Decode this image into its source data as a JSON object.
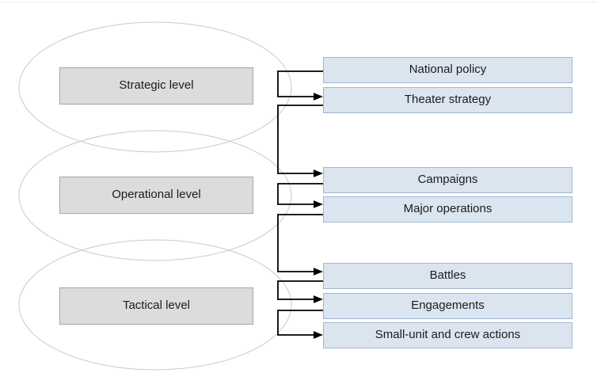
{
  "diagram": {
    "levels": [
      {
        "label": "Strategic level"
      },
      {
        "label": "Operational level"
      },
      {
        "label": "Tactical level"
      }
    ],
    "activities": [
      {
        "label": "National policy"
      },
      {
        "label": "Theater strategy"
      },
      {
        "label": "Campaigns"
      },
      {
        "label": "Major operations"
      },
      {
        "label": "Battles"
      },
      {
        "label": "Engagements"
      },
      {
        "label": "Small-unit and crew actions"
      }
    ],
    "colors": {
      "level_box_fill": "#dcdcdc",
      "level_box_border": "#a6a6a6",
      "activity_box_fill": "#dbe5f0",
      "activity_box_border": "#9fb6d4",
      "ellipse_stroke": "#c9c9c9",
      "connector": "#000000",
      "top_rule": "#ededed"
    }
  }
}
